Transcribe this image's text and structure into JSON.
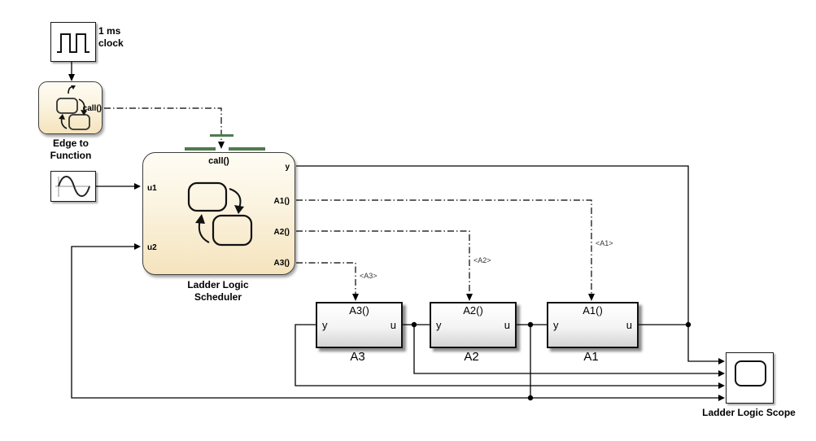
{
  "window": {
    "background": "#ffffff"
  },
  "palette": {
    "chart_fill_top": "#fefcf4",
    "chart_fill_bottom": "#f5e3bd",
    "chart_border": "#3f3f3f",
    "subsystem_fill_top": "#ffffff",
    "subsystem_fill_bottom": "#d4d4d4",
    "subsystem_border": "#111111",
    "trigger_bar_green": "#4f7a50",
    "wire_color": "#000000"
  },
  "blocks": {
    "pulse_generator": {
      "label": [
        "1 ms",
        "clock"
      ],
      "icon": "square-wave-icon"
    },
    "edge_to_function": {
      "name": [
        "Edge to",
        "Function"
      ],
      "trigger_port": "call()",
      "icon": "stateflow-mini-chart-icon",
      "trigger_icon": "function-call-trigger-icon"
    },
    "sine_wave": {
      "icon": "sine-wave-icon"
    },
    "scheduler": {
      "name": [
        "Ladder Logic",
        "Scheduler"
      ],
      "trigger_port": "call()",
      "input_ports": [
        "u1",
        "u2"
      ],
      "output_ports": [
        "y",
        "A1()",
        "A2()",
        "A3()"
      ],
      "icon": "stateflow-chart-icon"
    },
    "subsystem_a3": {
      "title": "A3()",
      "name": "A3",
      "output_port": "y",
      "input_port": "u"
    },
    "subsystem_a2": {
      "title": "A2()",
      "name": "A2",
      "output_port": "y",
      "input_port": "u"
    },
    "subsystem_a1": {
      "title": "A1()",
      "name": "A1",
      "output_port": "y",
      "input_port": "u"
    },
    "scope": {
      "name": "Ladder Logic Scope",
      "icon": "scope-screen-icon"
    }
  },
  "wire_labels": {
    "to_a1": "<A1>",
    "to_a2": "<A2>",
    "to_a3": "<A3>"
  }
}
